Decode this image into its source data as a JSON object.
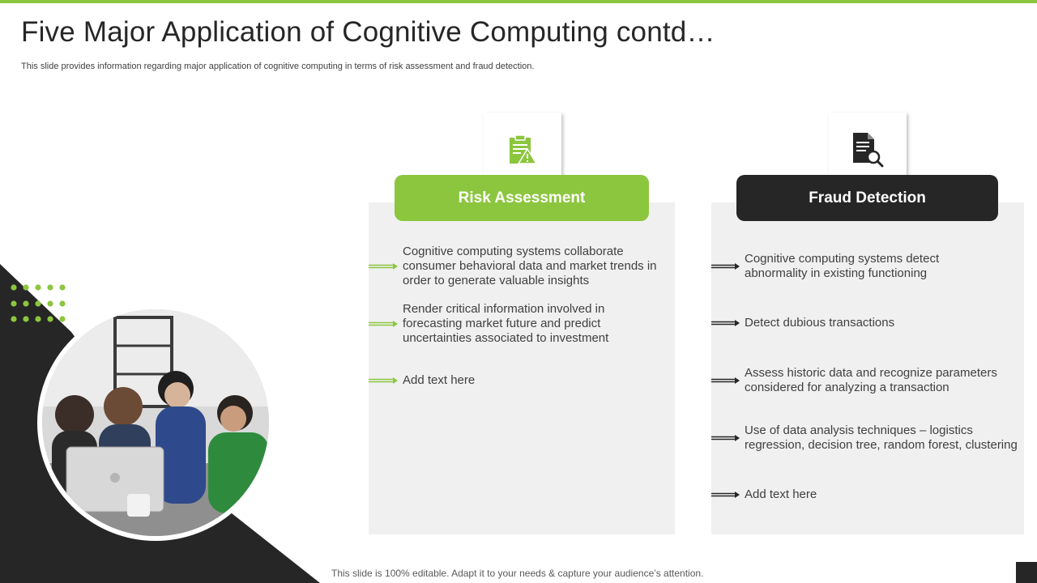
{
  "slide": {
    "title": "Five Major Application of Cognitive Computing contd…",
    "subtitle": "This slide provides information regarding major application of cognitive computing in terms of risk assessment and fraud detection.",
    "footer": "This slide is 100% editable. Adapt it to your needs & capture your audience’s attention."
  },
  "colors": {
    "accent_green": "#8cc63f",
    "dark": "#262626",
    "panel_bg": "#f0f0f0"
  },
  "risk_assessment": {
    "icon": "clipboard-warning-icon",
    "heading": "Risk Assessment",
    "items": [
      "Cognitive computing systems collaborate consumer behavioral data and market trends in order to generate valuable insights",
      "Render critical information involved in forecasting market future and predict uncertainties associated to investment",
      "Add text here"
    ]
  },
  "fraud_detection": {
    "icon": "document-search-icon",
    "heading": "Fraud Detection",
    "items": [
      "Cognitive computing systems detect abnormality in existing functioning",
      "Detect dubious transactions",
      "Assess historic data and recognize parameters considered for analyzing a transaction",
      "Use of data analysis techniques – logistics regression, decision tree, random forest, clustering",
      "Add text here"
    ]
  }
}
